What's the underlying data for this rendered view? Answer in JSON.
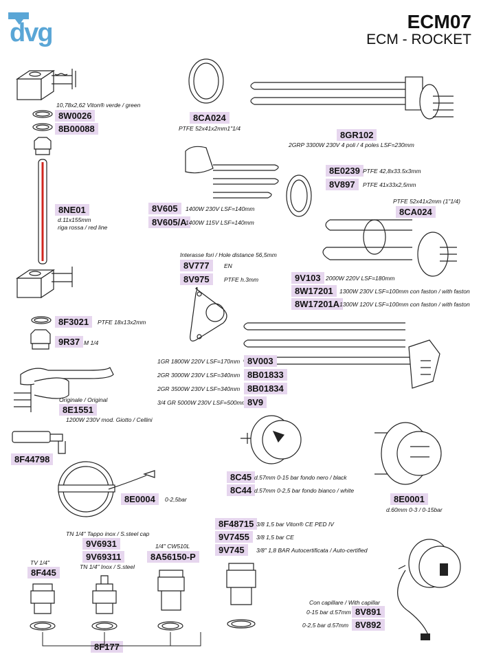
{
  "header": {
    "logo_text": "dvg",
    "model": "ECM07",
    "brand": "ECM - ROCKET"
  },
  "parts": {
    "p8W0026": {
      "code": "8W0026",
      "desc": "10,78x2,62 Viton® verde / green"
    },
    "p8B00088": {
      "code": "8B00088"
    },
    "p8NE01": {
      "code": "8NE01",
      "desc1": "d.11x155mm",
      "desc2": "riga rossa / red line"
    },
    "p8F3021": {
      "code": "8F3021",
      "desc": "PTFE 18x13x2mm"
    },
    "p9R37": {
      "code": "9R37",
      "desc": "M 1/4"
    },
    "p8E1551": {
      "code": "8E1551",
      "desc_top": "Originale / Original",
      "desc": "1200W 230V mod. Giotto / Cellini"
    },
    "p8F44798": {
      "code": "8F44798"
    },
    "p8E0004": {
      "code": "8E0004",
      "desc": "0-2,5bar"
    },
    "p8CA024a": {
      "code": "8CA024",
      "desc": "PTFE 52x41x2mm1\"1/4"
    },
    "p8GR102": {
      "code": "8GR102",
      "desc": "2GRP 3300W 230V 4 poli / 4 poles LSF=230mm"
    },
    "p8E0239": {
      "code": "8E0239",
      "desc": "PTFE 42,8x33.5x3mm"
    },
    "p8V897": {
      "code": "8V897",
      "desc": "PTFE 41x33x2,5mm"
    },
    "p8V605": {
      "code": "8V605",
      "desc": "1400W 230V LSF=140mm"
    },
    "p8V605A": {
      "code": "8V605/A",
      "desc": "1400W 115V LSF=140mm"
    },
    "p8CA024b": {
      "code": "8CA024",
      "desc": "PTFE 52x41x2mm (1\"1/4)"
    },
    "p8V777": {
      "code": "8V777",
      "desc_top": "Interasse fori / Hole distance 56,5mm",
      "desc": "EN"
    },
    "p8V975": {
      "code": "8V975",
      "desc": "PTFE h.3mm"
    },
    "p9V103": {
      "code": "9V103",
      "desc": "2000W 220V LSF=180mm"
    },
    "p8W17201": {
      "code": "8W17201",
      "desc": "1300W 230V LSF=100mm con faston / with faston"
    },
    "p8W17201A": {
      "code": "8W17201A",
      "desc": "1300W 120V LSF=100mm con faston / with faston"
    },
    "p8V003": {
      "code": "8V003",
      "desc": "1GR 1800W 220V LSF=170mm"
    },
    "p8B01833": {
      "code": "8B01833",
      "desc": "2GR 3000W 230V LSF=340mm"
    },
    "p8B01834": {
      "code": "8B01834",
      "desc": "2GR 3500W 230V LSF=340mm"
    },
    "p8V9": {
      "code": "8V9",
      "desc": "3/4 GR 5000W 230V LSF=500mm"
    },
    "p8C45": {
      "code": "8C45",
      "desc": "d.57mm 0-15 bar fondo nero / black"
    },
    "p8C44": {
      "code": "8C44",
      "desc": "d.57mm 0-2,5 bar fondo bianco / white"
    },
    "p8E0001": {
      "code": "8E0001",
      "desc": "d.60mm 0-3 / 0-15bar"
    },
    "p8F48715": {
      "code": "8F48715",
      "desc": "3/8 1,5 bar Viton® CE PED IV"
    },
    "p9V7455": {
      "code": "9V7455",
      "desc": "3/8 1,5 bar CE"
    },
    "p9V745": {
      "code": "9V745",
      "desc": "3/8\" 1,8 BAR Autocertificata / Auto-certified"
    },
    "p9V6931": {
      "code": "9V6931",
      "desc": "TN 1/4\" Tappo inox / S.steel cap"
    },
    "p9V69311": {
      "code": "9V69311",
      "desc": "TN 1/4\" Inox / S.steel"
    },
    "p8A56150P": {
      "code": "8A56150-P",
      "desc": "1/4\" CW510L"
    },
    "p8F445": {
      "code": "8F445",
      "desc": "TV 1/4\""
    },
    "p8F177": {
      "code": "8F177"
    },
    "p8V891": {
      "code": "8V891",
      "desc_top": "Con capillare / With capillar",
      "desc": "0-15 bar d.57mm"
    },
    "p8V892": {
      "code": "8V892",
      "desc": "0-2,5 bar d.57mm"
    }
  },
  "colors": {
    "label_bg": "#e6d6ee",
    "logo": "#5aa6d6",
    "red_line": "#d0261e"
  },
  "icons": {
    "logo": "dvg-logo-icon"
  }
}
